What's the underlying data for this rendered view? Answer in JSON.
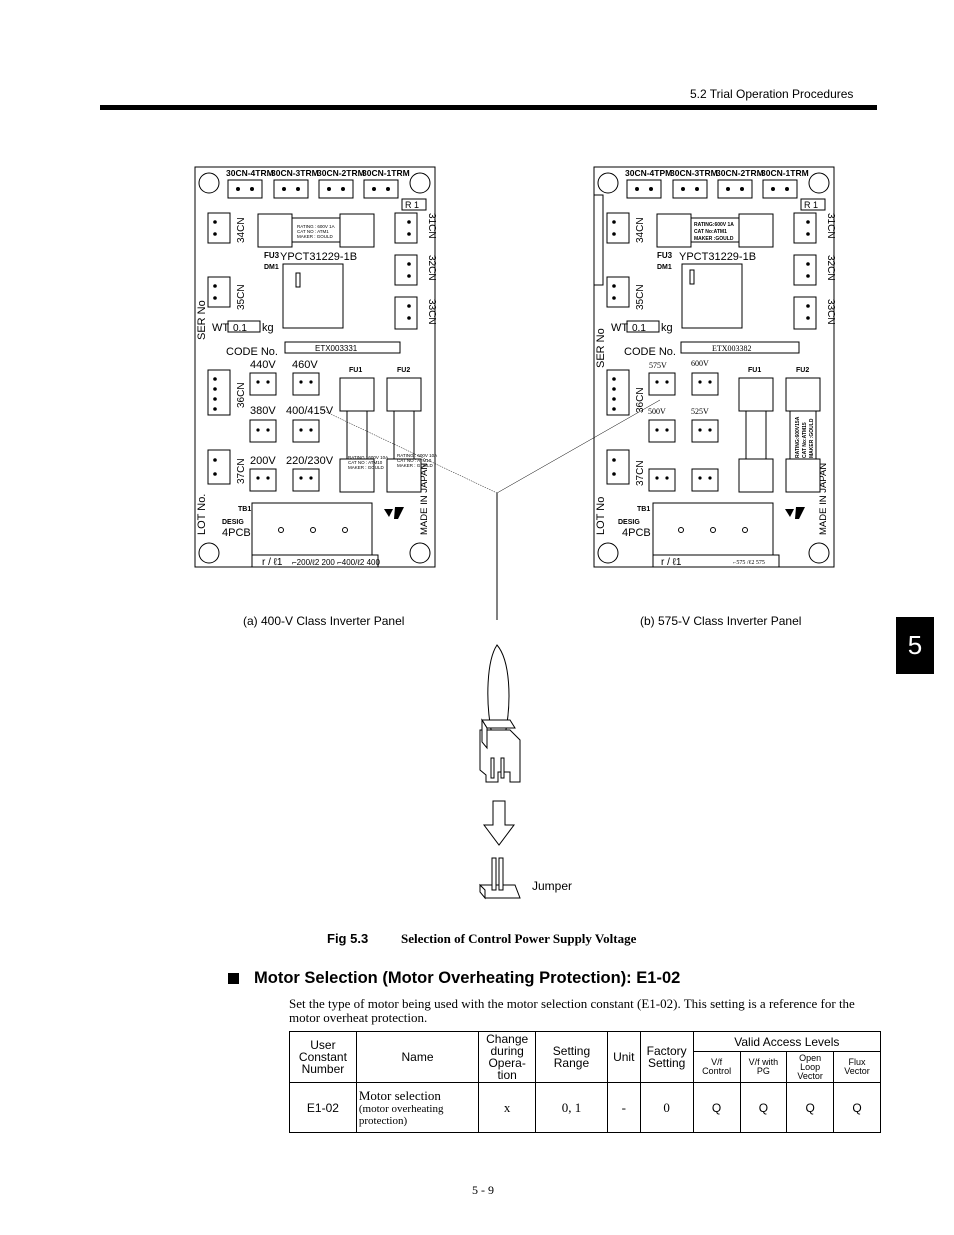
{
  "header": {
    "section_title": "5.2  Trial Operation Procedures"
  },
  "chapter_tab": "5",
  "figure": {
    "panel_a": {
      "caption": "(a) 400-V Class Inverter Panel",
      "connectors_top": [
        "30CN-4TRM",
        "30CN-3TRM",
        "30CN-2TRM",
        "30CN-1TRM"
      ],
      "r_label": "R 1",
      "left_connectors": [
        "34CN",
        "35CN",
        "36CN",
        "37CN"
      ],
      "right_connectors": [
        "31CN",
        "32CN",
        "33CN"
      ],
      "fuse_rating": "RATING : 600V 1A\nCAT NO : ATM1\nMAKER : GOULD",
      "fu3": "FU3",
      "dm1": "DM1",
      "part_no": "YPCT31229-1B",
      "side_ser": "SER No",
      "side_lot": "LOT No.",
      "wt_label": "WT",
      "wt_value": "0.1",
      "wt_unit": "kg",
      "code_label": "CODE No.",
      "code_value": "ETX003331",
      "voltages": [
        "440V",
        "460V",
        "380V",
        "400/415V",
        "200V",
        "220/230V"
      ],
      "fu1": "FU1",
      "fu2": "FU2",
      "fu_small_rating_1": "RATING : 600V 10A\nCAT NO : ATM10\nMAKER : GOULD",
      "fu_small_rating_2": "RATING : 600V 10A\nCAT NO : ATM10\nMAKER : GOULD",
      "tb1": "TB1",
      "desig": "DESIG",
      "board_name": "4PCB",
      "made_in": "MADE IN JAPAN",
      "bottom_left": "r / ℓ1",
      "bottom_right": "⌐200/ℓ2 200 ⌐400/ℓ2 400"
    },
    "panel_b": {
      "caption": "(b) 575-V Class Inverter Panel",
      "connectors_top": [
        "30CN-4TPM",
        "30CN-3TRM",
        "30CN-2TRM",
        "30CN-1TRM"
      ],
      "r_label": "R 1",
      "left_connectors": [
        "34CN",
        "35CN",
        "36CN",
        "37CN"
      ],
      "right_connectors": [
        "31CN",
        "32CN",
        "33CN"
      ],
      "fuse_rating": "RATING:600V 1A\nCAT No:ATM1\nMAKER :GOULD",
      "fu3": "FU3",
      "dm1": "DM1",
      "part_no": "YPCT31229-1B",
      "side_ser": "SER No",
      "side_lot": "LOT No",
      "wt_label": "WT",
      "wt_value": "0.1",
      "wt_unit": "kg",
      "code_label": "CODE No.",
      "code_value": "ETX003382",
      "voltages": [
        "575V",
        "600V",
        "500V",
        "525V"
      ],
      "fu1": "FU1",
      "fu2": "FU2",
      "fu2_rating": "RATING:600V15A CAT No:ATM15 MAKER :GOULD",
      "tb1": "TB1",
      "desig": "DESIG",
      "board_name": "4PCB",
      "made_in": "MADE IN JAPAN",
      "bottom_left": "r / ℓ1",
      "bottom_right": "⌐575 /ℓ2 575"
    },
    "jumper_label": "Jumper",
    "fig_number": "Fig 5.3",
    "fig_title": "Selection of Control Power Supply Voltage"
  },
  "section": {
    "title": "Motor Selection (Motor Overheating Protection): E1-02",
    "body": "Set the type of motor being used with the motor selection constant (E1-02). This setting is a reference for the motor overheat protection."
  },
  "table": {
    "headers": {
      "user_constant": "User Constant Number",
      "name": "Name",
      "change": "Change during Opera- tion",
      "setting_range": "Setting Range",
      "unit": "Unit",
      "factory": "Factory Setting",
      "valid": "Valid Access Levels",
      "levels": [
        "V/f Control",
        "V/f with PG",
        "Open Loop Vector",
        "Flux Vector"
      ]
    },
    "rows": [
      {
        "number": "E1-02",
        "name_main": "Motor selection",
        "name_sub": "(motor overheating protection)",
        "change": "x",
        "range": "0, 1",
        "unit": "-",
        "factory": "0",
        "levels": [
          "Q",
          "Q",
          "Q",
          "Q"
        ]
      }
    ]
  },
  "footer": {
    "page": "5 - 9"
  }
}
